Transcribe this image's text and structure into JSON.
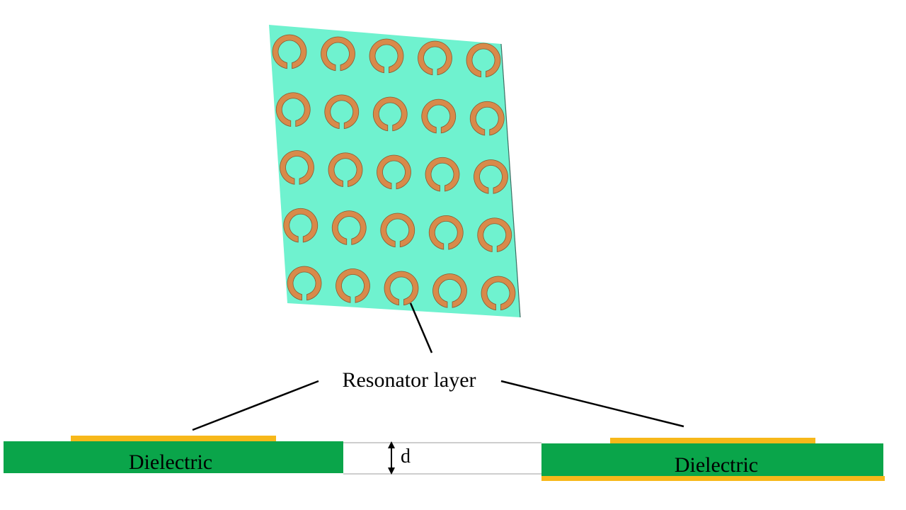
{
  "labels": {
    "resonator_layer": "Resonator layer",
    "dielectric_left": "Dielectric",
    "dielectric_right": "Dielectric",
    "gap": "d"
  },
  "colors": {
    "substrate": "#6ff2cf",
    "ring": "#d88a4a",
    "dielectric": "#0aa54a",
    "metal_strip": "#f7b81a",
    "line": "#000000",
    "gap_line": "#bdbdbd"
  },
  "array": {
    "rows": 5,
    "cols": 5
  }
}
